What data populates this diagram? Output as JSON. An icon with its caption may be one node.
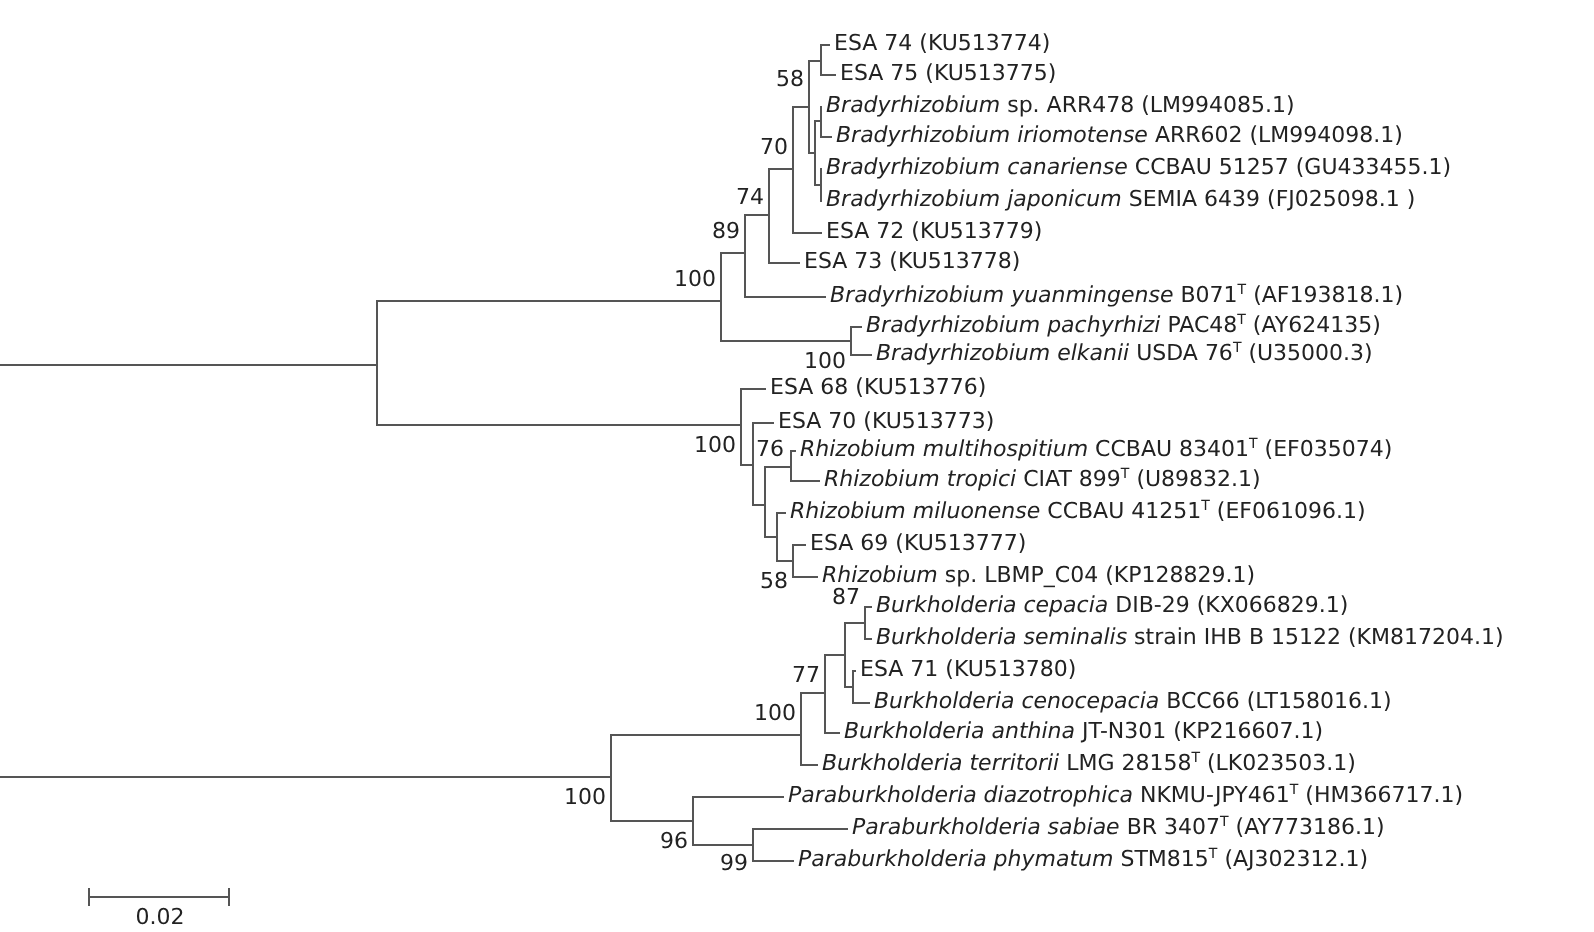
{
  "diagram": {
    "labels": [
      "ESA 74 (KU513774)",
      "ESA 75 (KU513775)",
      "58",
      "*Bradyrhizobium* sp. ARR478 (LM994085.1)",
      "*Bradyrhizobium iriomotense* ARR602 (LM994098.1)",
      "70",
      "*Bradyrhizobium canariense* CCBAU 51257 (GU433455.1)",
      "74",
      "*Bradyrhizobium japonicum* SEMIA 6439 (FJ025098.1 )",
      "89",
      "ESA 72 (KU513779)",
      "ESA 73 (KU513778)",
      "100",
      "*Bradyrhizobium yuanmingense* B071$^{T}$ (AF193818.1)",
      "*Bradyrhizobium pachyrhizi* PAC48$^{T}$ (AY624135)",
      "100",
      "*Bradyrhizobium elkanii* USDA 76$^{T}$ (U35000.3)",
      "ESA 68 (KU513776)",
      "ESA 70 (KU513773)",
      "100",
      "76",
      "*Rhizobium multihospitium* CCBAU 83401$^{T}$ (EF035074)",
      "*Rhizobium tropici* CIAT 899$^{T}$ (U89832.1)",
      "*Rhizobium miluonense* CCBAU 41251$^{T}$ (EF061096.1)",
      "ESA 69 (KU513777)",
      "58",
      "*Rhizobium* sp. LBMP_C04 (KP128829.1)",
      "87",
      "*Burkholderia cepacia* DIB-29 (KX066829.1)",
      "*Burkholderia seminalis* strain IHB B 15122 (KM817204.1)",
      "ESA 71 (KU513780)",
      "77",
      "*Burkholderia cenocepacia* BCC66 (LT158016.1)",
      "100",
      "*Burkholderia anthina* JT-N301 (KP216607.1)",
      "*Burkholderia territorii* LMG 28158$^{T}$ (LK023503.1)",
      "100",
      "*Paraburkholderia diazotrophica* NKMU-JPY461$^{T}$ (HM366717.1)",
      "*Paraburkholderia sabiae* BR 3407$^{T}$ (AY773186.1)",
      "96",
      "99",
      "*Paraburkholderia phymatum* STM815$^{T}$ (AJ302312.1)",
      "0.02"
    ]
  }
}
